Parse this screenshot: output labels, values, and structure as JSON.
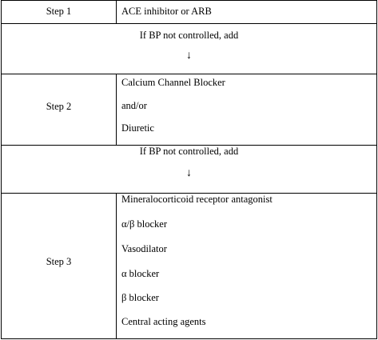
{
  "rows": {
    "step1": {
      "label": "Step 1",
      "drugs": [
        "ACE inhibitor or ARB"
      ]
    },
    "transition1": {
      "text": "If BP not controlled, add",
      "arrow": "↓"
    },
    "step2": {
      "label": "Step 2",
      "drugs": [
        "Calcium Channel Blocker",
        "and/or",
        "Diuretic"
      ]
    },
    "transition2": {
      "text": "If BP not controlled, add",
      "arrow": "↓"
    },
    "step3": {
      "label": "Step 3",
      "drugs": [
        "Mineralocorticoid receptor antagonist",
        "α/β blocker",
        "Vasodilator",
        "α blocker",
        "β blocker",
        "Central acting agents"
      ]
    }
  }
}
